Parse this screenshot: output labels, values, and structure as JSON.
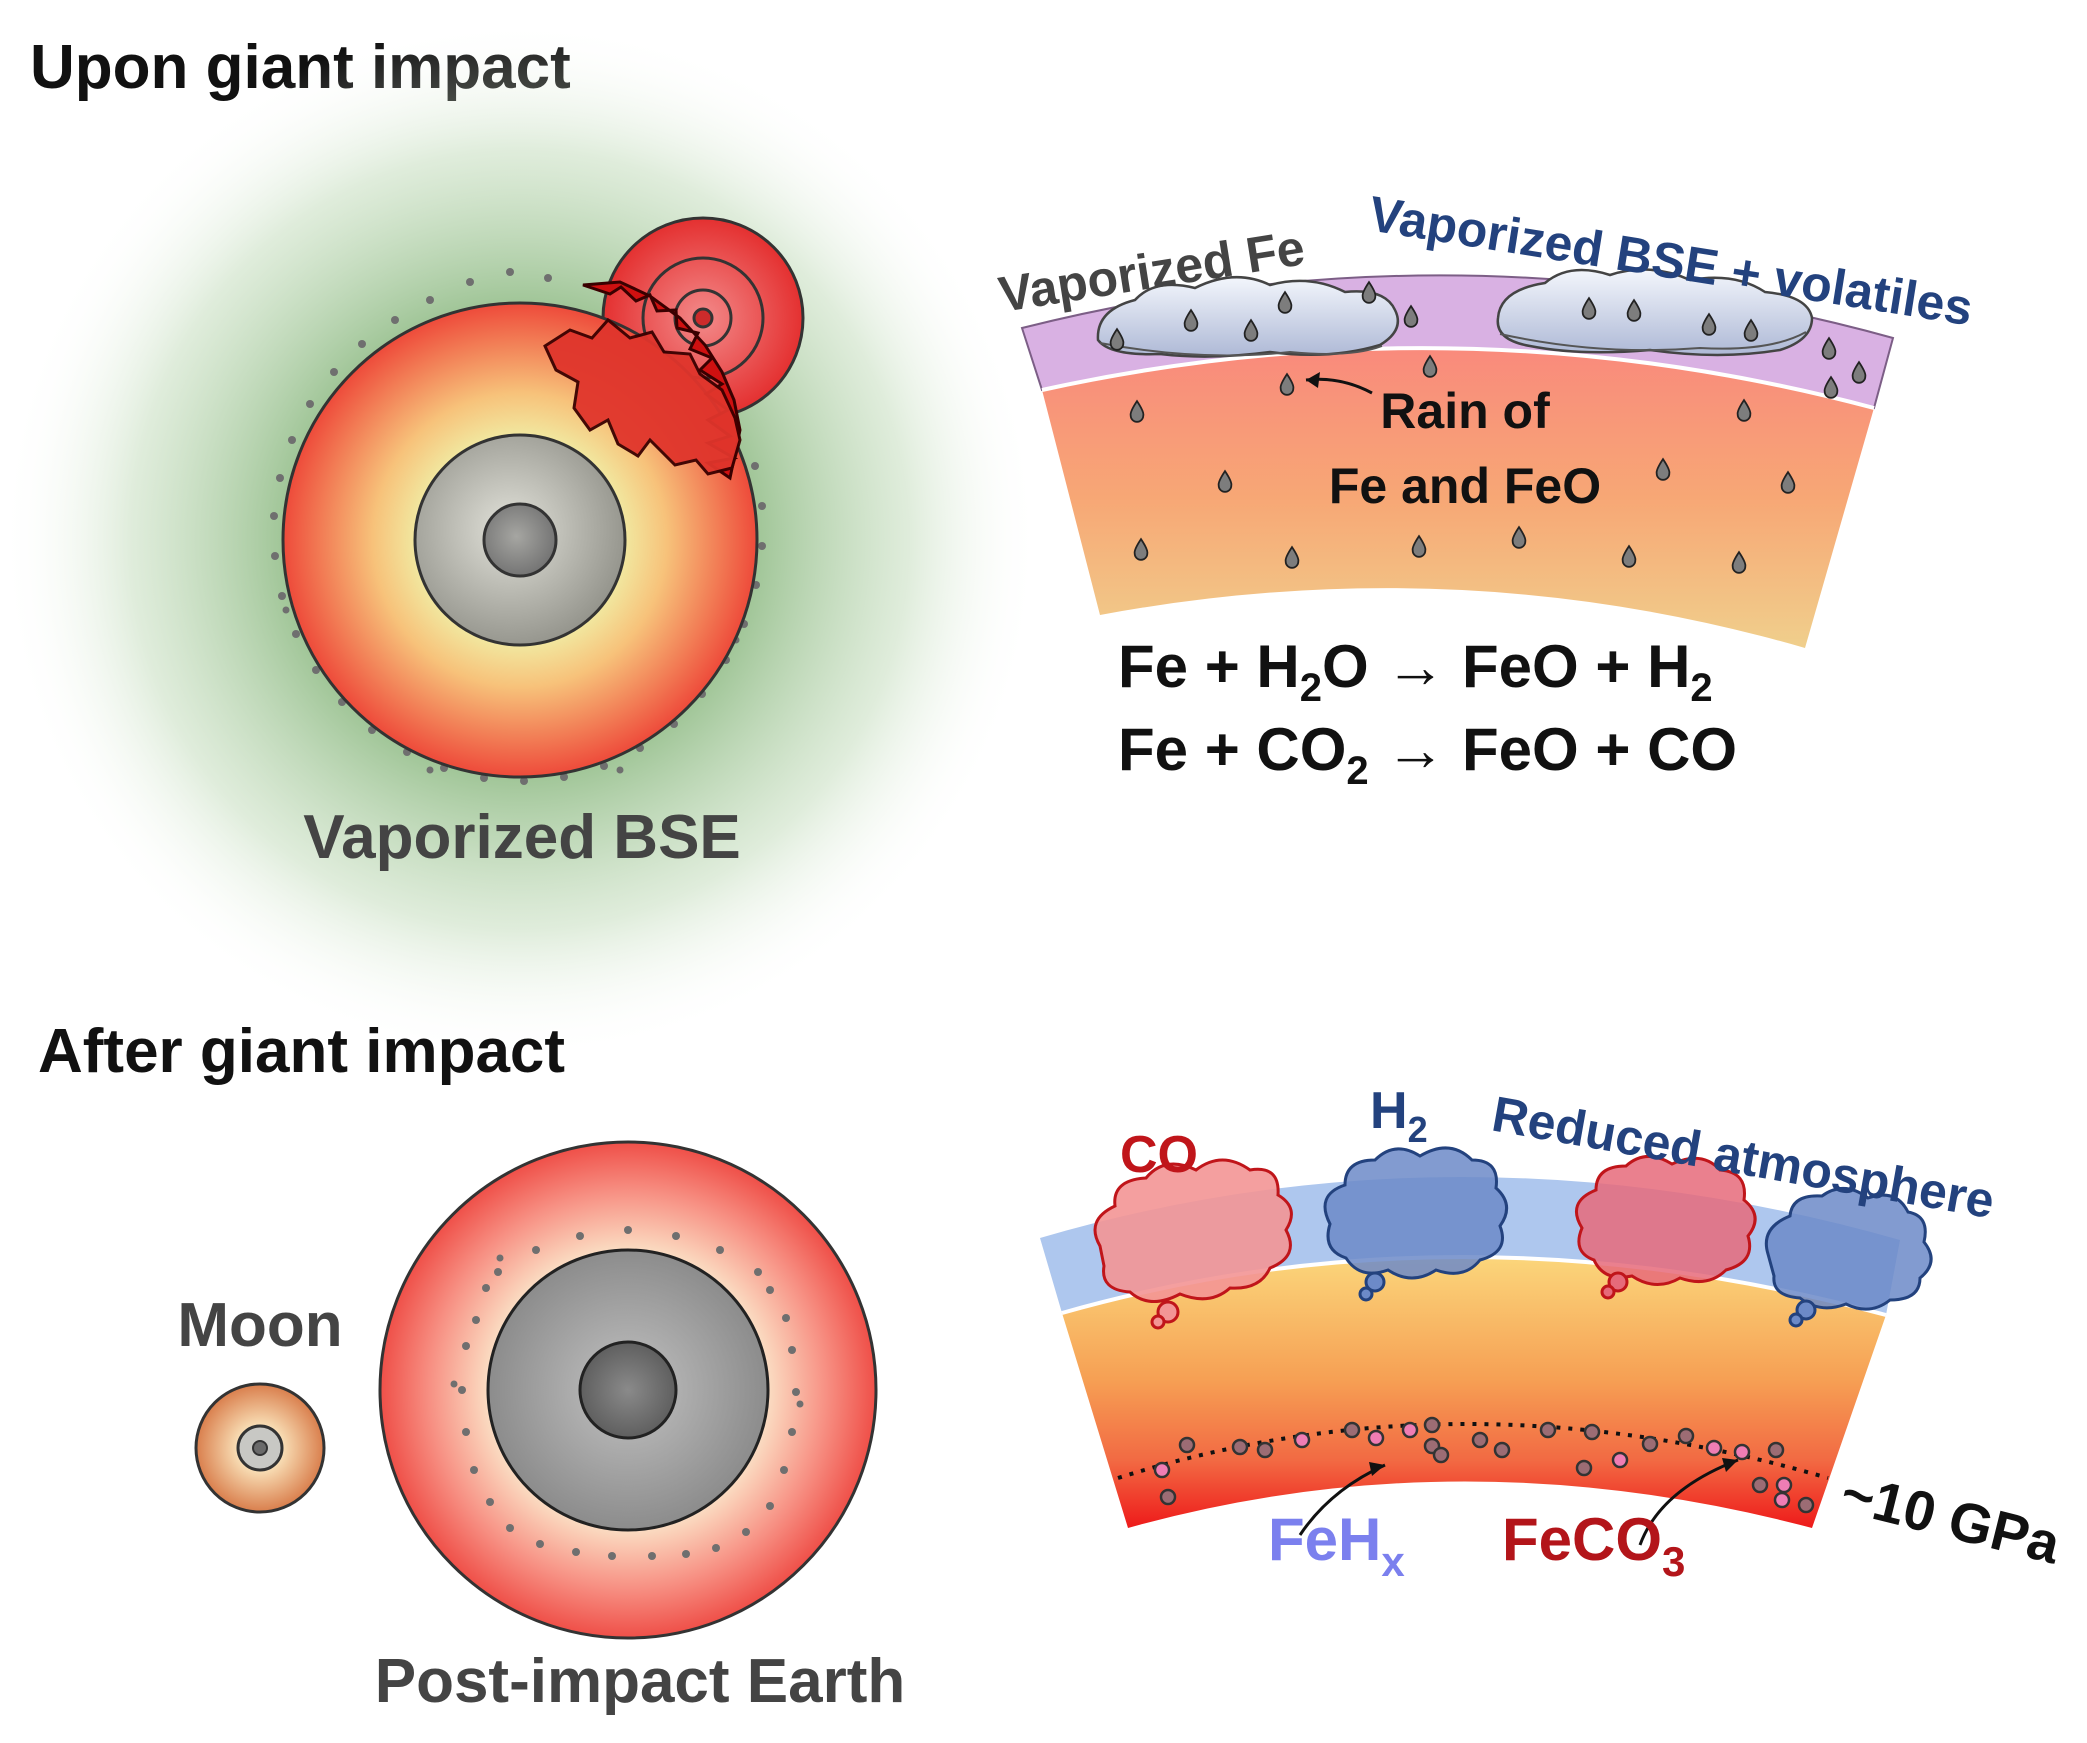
{
  "panels": {
    "top": {
      "title": "Upon giant impact",
      "earth_label": "Vaporized BSE",
      "label_fe": "Vaporized Fe",
      "label_bse": "Vaporized BSE + volatiles",
      "rain_line1": "Rain of",
      "rain_line2": "Fe and FeO",
      "eq1": {
        "a": "Fe + H",
        "a_sub": "2",
        "b": "O → FeO + H",
        "b_sub": "2"
      },
      "eq2": {
        "a": "Fe + CO",
        "a_sub": "2",
        "b": " → FeO + CO"
      }
    },
    "bottom": {
      "title": "After giant impact",
      "moon_label": "Moon",
      "earth_label": "Post-impact Earth",
      "co_label": "CO",
      "h2_label": "H",
      "h2_sub": "2",
      "atmosphere_label": "Reduced atmosphere",
      "feh_label": "FeH",
      "feh_sub": "x",
      "feco3_label": "FeCO",
      "feco3_sub": "3",
      "pressure_label": "~10 GPa"
    }
  },
  "colors": {
    "glow": "#6aa25e",
    "mantle_red": "#f04a3a",
    "mantle_yellow": "#f5e6a8",
    "core_gray": "#9a9a96",
    "impactor_red": "#c90d0d",
    "atmo_purple": "#d8b2e2",
    "atmo_blue": "#a9c4ec",
    "co_red": "#c0151a",
    "h2_blue": "#23427e",
    "feh_color": "#7b80ee",
    "feco3_color": "#b3151a"
  },
  "icons": [
    "droplet-icon",
    "cloud-icon",
    "arrow-icon"
  ]
}
